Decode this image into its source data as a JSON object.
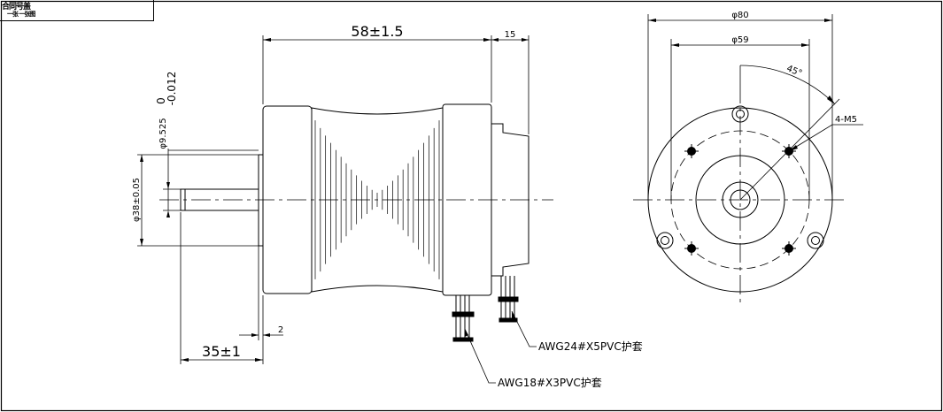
{
  "title_block": {
    "line1": "合同号盖",
    "line2": "一张 一张图"
  },
  "side_view": {
    "body_length": "58±1.5",
    "cap_length": "15",
    "shaft_length": "35±1",
    "flange_step": "2",
    "shaft_diameter": "φ9.525",
    "shaft_tolerance_upper": "0",
    "shaft_tolerance_lower": "-0.012",
    "pilot_diameter": "φ38±0.05"
  },
  "front_view": {
    "outer_diameter": "φ80",
    "bolt_circle": "φ59",
    "hole_angle": "45°",
    "thread_spec": "4-M5"
  },
  "leads": {
    "signal_wires": "AWG24#X5PVC护套",
    "power_wires": "AWG18#X3PVC护套"
  }
}
